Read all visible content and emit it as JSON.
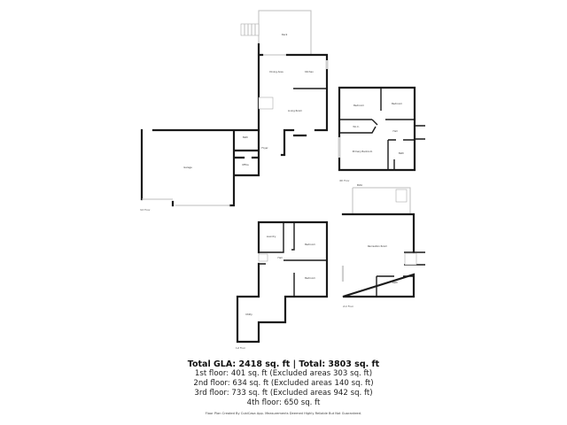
{
  "floors": [
    {
      "label": "3rd Floor",
      "rooms": [
        "Deck",
        "Dining Area",
        "Kitchen",
        "Living Room",
        "Bath",
        "Foyer",
        "Office",
        "Garage"
      ]
    },
    {
      "label": "4th Floor",
      "rooms": [
        "Bedroom",
        "Bedroom",
        "W.I.C.",
        "Hall",
        "Primary Bedroom",
        "Bath"
      ]
    },
    {
      "label": "1st Floor",
      "rooms": [
        "Laundry",
        "Bedroom",
        "Hall",
        "Bedroom",
        "Utility"
      ]
    },
    {
      "label": "2nd Floor",
      "rooms": [
        "Patio",
        "Recreation Room",
        "Bath"
      ]
    }
  ],
  "summary": {
    "total": "Total GLA: 2418 sq. ft | Total: 3803 sq. ft",
    "lines": [
      "1st floor: 401 sq. ft (Excluded areas 303 sq. ft)",
      "2nd floor: 634 sq. ft (Excluded areas 140 sq. ft)",
      "3rd floor: 733 sq. ft (Excluded areas 942 sq. ft)",
      "4th floor: 650 sq. ft"
    ],
    "footer": "Floor Plan Created By CubiCasa App. Measurements Deemed Highly Reliable But Not Guaranteed."
  }
}
